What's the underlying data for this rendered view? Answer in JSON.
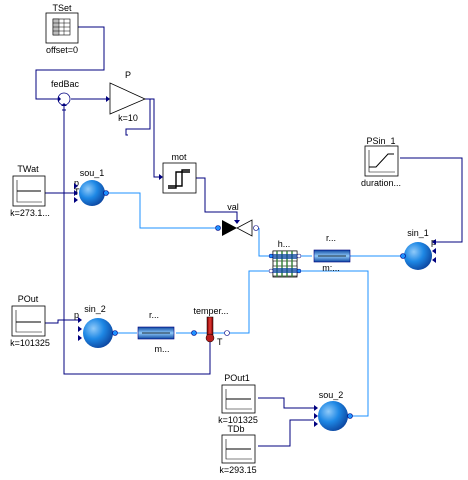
{
  "diagram": {
    "tset": {
      "name": "TSet",
      "param": "offset=0"
    },
    "fedbac": {
      "name": "fedBac"
    },
    "gain": {
      "name": "P",
      "param": "k=10"
    },
    "mot": {
      "name": "mot"
    },
    "val": {
      "name": "val"
    },
    "twat": {
      "name": "TWat",
      "param": "k=273.1..."
    },
    "sou_1": {
      "name": "sou_1",
      "port_p": "p",
      "port_t": "T"
    },
    "hex": {
      "name": "h..."
    },
    "res_1": {
      "name": "r...",
      "param": "m:..."
    },
    "psin": {
      "name": "PSin_1",
      "param": "duration..."
    },
    "sin_1": {
      "name": "sin_1",
      "port_p": "p"
    },
    "pout": {
      "name": "POut",
      "param": "k=101325"
    },
    "sin_2": {
      "name": "sin_2",
      "port_p": "p"
    },
    "res_2": {
      "name": "r...",
      "param": "m..."
    },
    "temp": {
      "name": "temper...",
      "port": "T"
    },
    "pout1": {
      "name": "POut1",
      "param": "k=101325"
    },
    "tdb": {
      "name": "TDb",
      "param": "k=293.15"
    },
    "sou_2": {
      "name": "sou_2"
    }
  },
  "colors": {
    "signal": "#00007f",
    "fluid": "#1e90ff",
    "source": "#1565c0",
    "sensor": "#b71c1c"
  }
}
